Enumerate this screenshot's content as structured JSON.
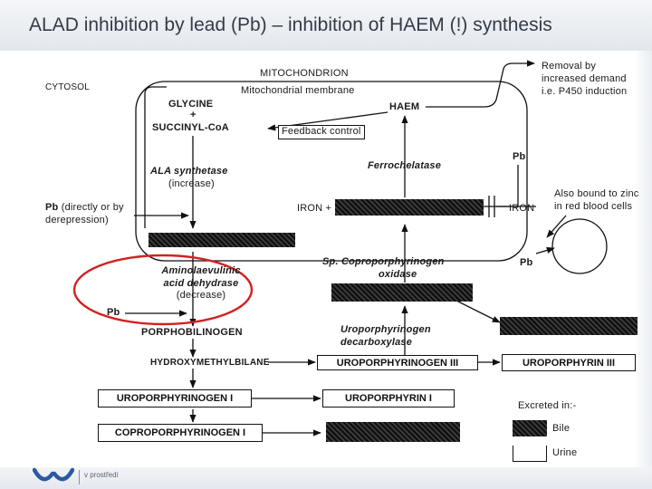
{
  "slide": {
    "title": "ALAD inhibition by lead (Pb) – inhibition of HAEM (!) synthesis",
    "footer_text": "v prostředí"
  },
  "diagram": {
    "cytosol": "CYTOSOL",
    "mitochondrion": "MITOCHONDRION",
    "mito_membrane": "Mitochondrial membrane",
    "removal": [
      "Removal by",
      "increased demand",
      "i.e. P450 induction"
    ],
    "glycine": "GLYCINE",
    "plus": "+",
    "succinyl": "SUCCINYL-CoA",
    "haem": "HAEM",
    "feedback": "Feedback control",
    "pb_top": "Pb",
    "ala_synthetase": "ALA synthetase",
    "increase": "(increase)",
    "ferrochelatase": "Ferrochelatase",
    "pb_left": [
      "Pb (directly or by",
      "derepression)"
    ],
    "iron_plus": "IRON +",
    "iron": "IRON",
    "zinc": [
      "Also bound to zinc",
      "in red blood cells"
    ],
    "sp_coprop": "Sp. Coproporphyrinogen",
    "oxidase": "oxidase",
    "pb_mid": "Pb",
    "alad": [
      "Aminolaevulinic",
      "acid dehydrase",
      "(decrease)"
    ],
    "pb_alad": "Pb",
    "porphobilinogen": "PORPHOBILINOGEN",
    "uro_decarb": [
      "Uroporphyrinogen",
      "decarboxylase"
    ],
    "hydroxy": "HYDROXYMETHYLBILANE",
    "uro3": "UROPORPHYRINOGEN III",
    "uroporphyrin3": "UROPORPHYRIN III",
    "uro1": "UROPORPHYRINOGEN I",
    "uroporphyrin1": "UROPORPHYRIN I",
    "excreted": "Excreted in:-",
    "copro1": "COPROPORPHYRINOGEN I",
    "bile": "Bile",
    "urine": "Urine"
  }
}
